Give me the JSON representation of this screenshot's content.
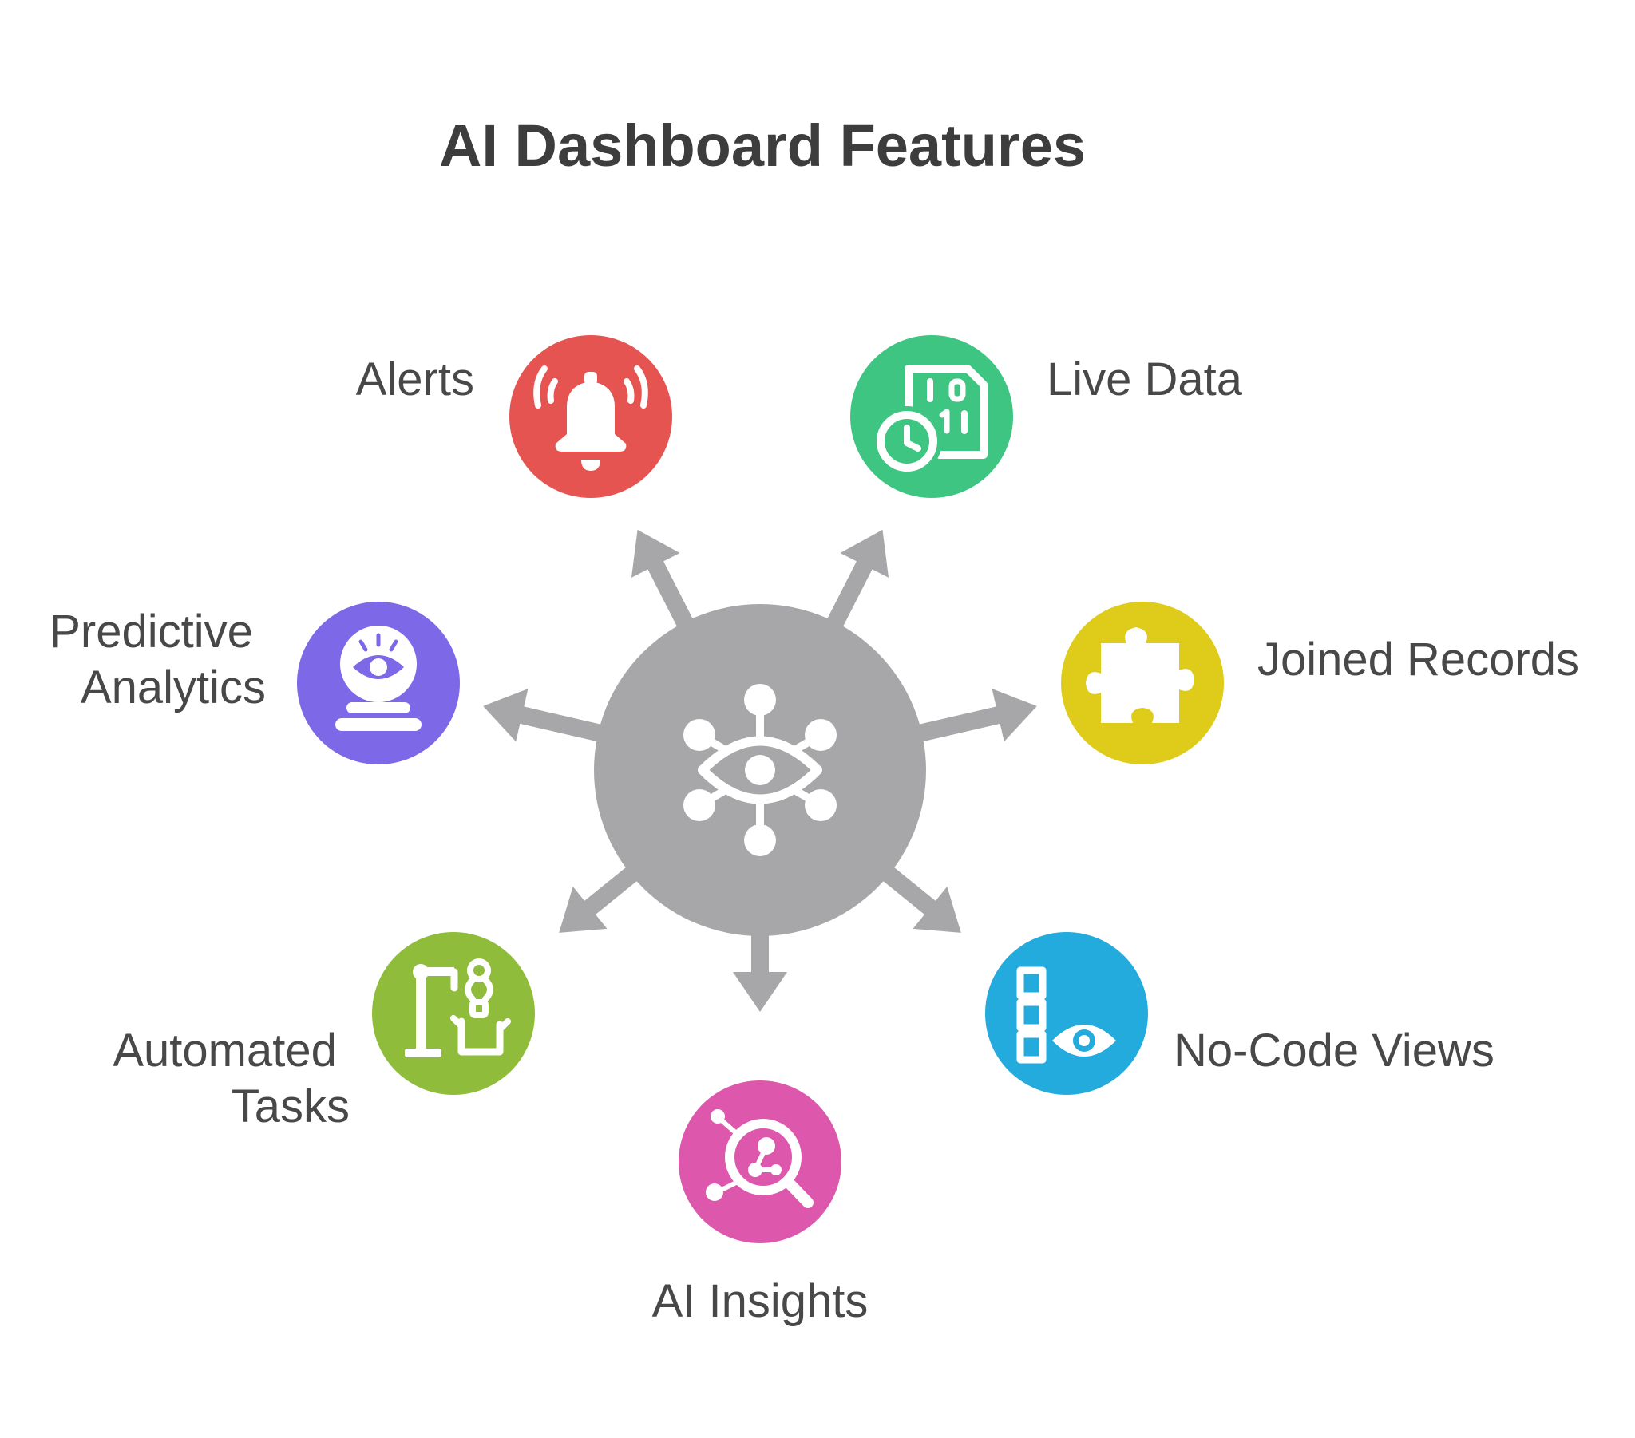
{
  "title": "AI Dashboard Features",
  "hub": {
    "icon": "eye-network-icon",
    "color": "#a7a6a8"
  },
  "features": [
    {
      "id": "alerts",
      "label_lines": [
        "Alerts"
      ],
      "icon": "bell-alarm-icon",
      "color": "#e65452"
    },
    {
      "id": "live-data",
      "label_lines": [
        "Live Data"
      ],
      "icon": "binary-document-clock-icon",
      "color": "#3ec581"
    },
    {
      "id": "joined-records",
      "label_lines": [
        "Joined Records"
      ],
      "icon": "puzzle-piece-icon",
      "color": "#dfcc1a"
    },
    {
      "id": "no-code-views",
      "label_lines": [
        "No-Code Views"
      ],
      "icon": "blocks-eye-icon",
      "color": "#22abdc"
    },
    {
      "id": "ai-insights",
      "label_lines": [
        "AI Insights"
      ],
      "icon": "magnifier-molecule-icon",
      "color": "#dd57ad"
    },
    {
      "id": "automated-tasks",
      "label_lines": [
        "Automated",
        "Tasks"
      ],
      "icon": "robot-arm-icon",
      "color": "#8fbc3a"
    },
    {
      "id": "predictive-analytics",
      "label_lines": [
        "Predictive",
        "Analytics"
      ],
      "icon": "crystal-ball-eye-icon",
      "color": "#7d69e8"
    }
  ]
}
